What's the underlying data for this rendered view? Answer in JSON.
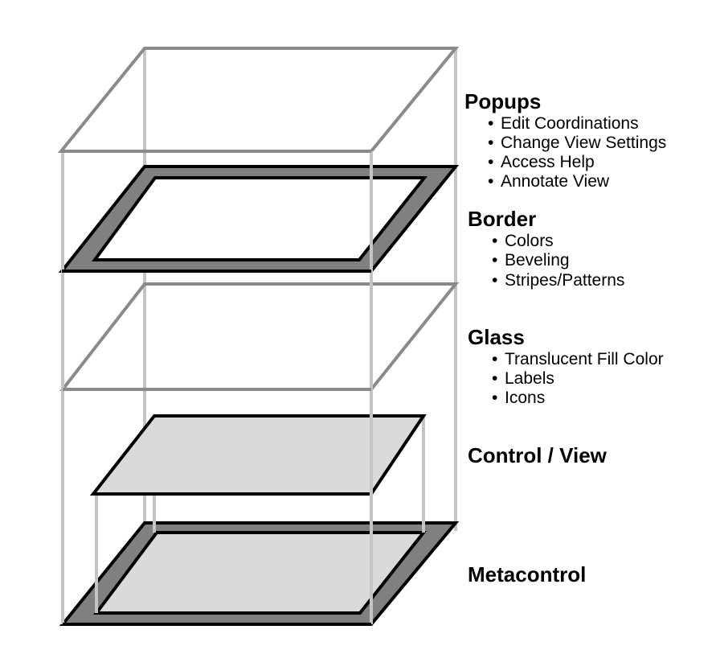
{
  "layers": [
    {
      "title": "Popups",
      "items": [
        "Edit Coordinations",
        "Change View Settings",
        "Access Help",
        "Annotate View"
      ]
    },
    {
      "title": "Border",
      "items": [
        "Colors",
        "Beveling",
        "Stripes/Patterns"
      ]
    },
    {
      "title": "Glass",
      "items": [
        "Translucent Fill Color",
        "Labels",
        "Icons"
      ]
    },
    {
      "title": "Control / View",
      "items": []
    },
    {
      "title": "Metacontrol",
      "items": []
    }
  ],
  "bullet_char": "•",
  "colors": {
    "frame_line": "#c4c4c4",
    "outline_gray": "#8a8a8a",
    "border_fill": "#808080",
    "panel_fill": "#dadada",
    "black": "#000000"
  }
}
